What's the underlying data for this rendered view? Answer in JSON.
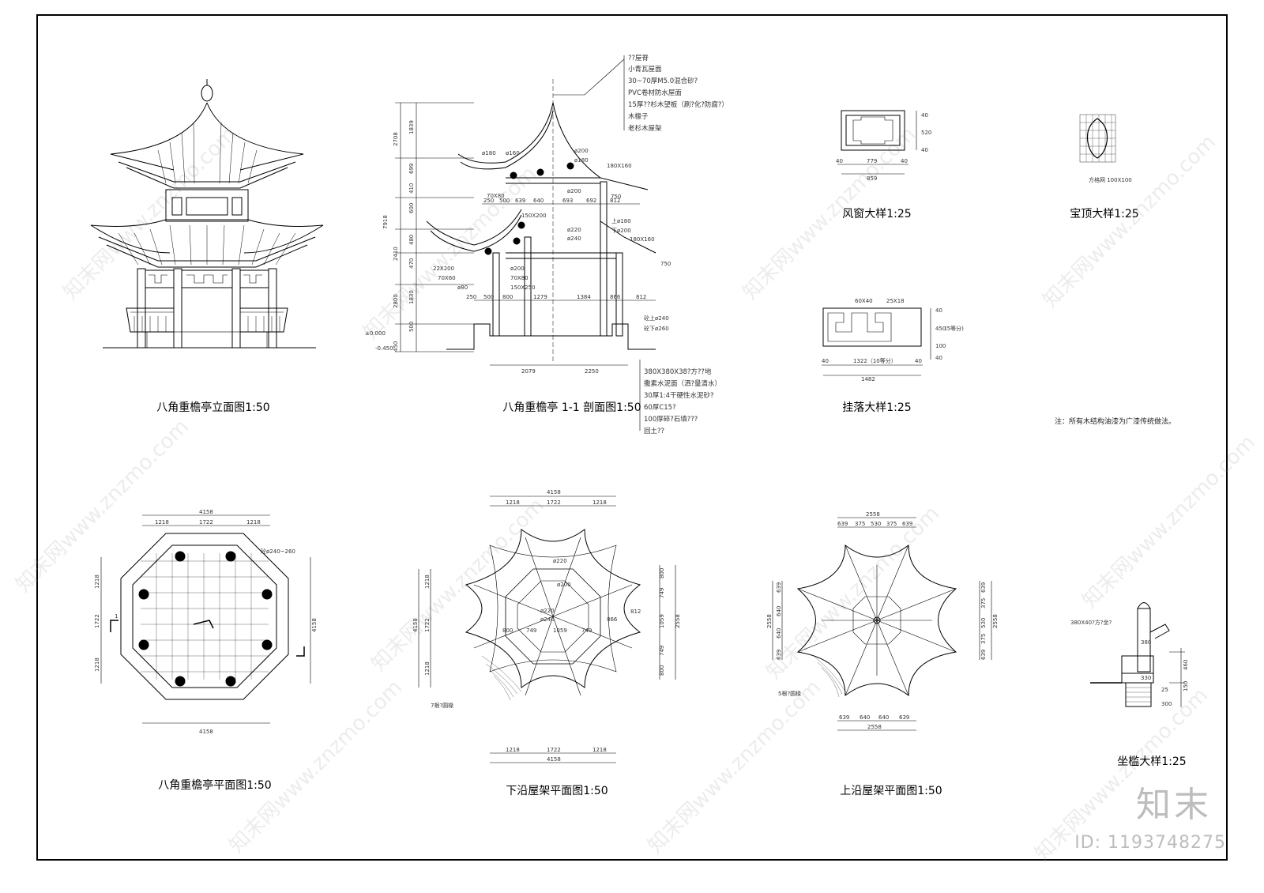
{
  "sheet": {
    "titles": {
      "elevation": "八角重檐亭立面图1:50",
      "section": "八角重檐亭 1-1 剖面图1:50",
      "wind_window": "风窗大样1:25",
      "finial": "宝顶大样1:25",
      "hanging": "挂落大样1:25",
      "plan": "八角重檐亭平面图1:50",
      "lower_roof": "下沿屋架平面图1:50",
      "upper_roof": "上沿屋架平面图1:50",
      "bench": "坐槛大样1:25"
    },
    "note": "注：所有木结构油漆为广漆传统做法。",
    "logo_text": "知末",
    "id_text": "ID: 1193748275",
    "watermark": "知末网www.znzmo.com"
  },
  "section_notes_top": [
    "??屋脊",
    "小青瓦屋面",
    "30~70厚M5.0混合砂?",
    "PVC卷材防水屋面",
    "15厚??杉木望板（刷?化?防腐?）",
    "木椽子",
    "老杉木屋架"
  ],
  "section_notes_bottom": [
    "380X380X38?方??地",
    "撒素水泥面（洒?量清水）",
    "30厚1:4干硬性水泥砂?",
    "60厚C15?",
    "100厚碎?石填???",
    "回土??"
  ],
  "section_dims": {
    "left_vertical_outer": [
      "2708",
      "2410",
      "2800",
      "450"
    ],
    "left_total": "7918",
    "left_vertical_inner": [
      "1839",
      "699",
      "410",
      "600",
      "480",
      "470",
      "1830",
      "500"
    ],
    "top_row": [
      "250",
      "500",
      "639",
      "640",
      "693",
      "692",
      "812"
    ],
    "mid_row": [
      "250",
      "500",
      "800",
      "1279",
      "1384",
      "866",
      "812"
    ],
    "bottom_row": [
      "2079",
      "2250"
    ],
    "levels": [
      "±0.000",
      "-0.450"
    ],
    "members": [
      "ø180",
      "ø160",
      "ø200",
      "ø180",
      "70X80",
      "180X160",
      "ø200",
      "150X200",
      "ø220",
      "ø240",
      "22X200",
      "70X60",
      "ø80",
      "ø200",
      "70X80",
      "150X250",
      "上ø180",
      "下ø200",
      "180X160",
      "750",
      "750",
      "砼上ø240",
      "砼下ø260"
    ]
  },
  "wind_window_dims": [
    "40",
    "779",
    "40",
    "859",
    "40",
    "520",
    "40"
  ],
  "finial_label": "方格网 100X100",
  "hanging_dims": [
    "60X40",
    "25X18",
    "40",
    "1322（10等分）",
    "40",
    "1482",
    "40",
    "450",
    "100",
    "(5等分)",
    "40"
  ],
  "plan_dims": {
    "top_total": "4158",
    "top_parts": [
      "1218",
      "1722",
      "1218"
    ],
    "bottom_total": "4158",
    "left_parts": [
      "1218",
      "1722",
      "1218"
    ],
    "right_total": "4158",
    "column_note": "砼ø240~260",
    "section_mark": "1"
  },
  "lower_roof_dims": {
    "top_total": "4158",
    "top_parts": [
      "1218",
      "1722",
      "1218"
    ],
    "bottom_parts": [
      "1218",
      "1722",
      "1218"
    ],
    "bottom_total": "4158",
    "left_total": "4158",
    "left_parts": [
      "1218",
      "1722",
      "1218"
    ],
    "right_parts": [
      "800",
      "749",
      "1059",
      "749",
      "800"
    ],
    "right_total": "2558",
    "inner": [
      "ø220",
      "ø200",
      "ø220",
      "ø240",
      "800",
      "749",
      "1059",
      "749",
      "866",
      "812"
    ],
    "rafter_note": "7根?圆椽"
  },
  "upper_roof_dims": {
    "top_total": "2558",
    "top_parts": [
      "639",
      "375",
      "530",
      "375",
      "639"
    ],
    "left_total": "2558",
    "left_parts": [
      "639",
      "640",
      "640",
      "639"
    ],
    "right_parts": [
      "639",
      "375",
      "530",
      "375",
      "639"
    ],
    "right_total": "2558",
    "bottom_parts": [
      "639",
      "640",
      "640",
      "639"
    ],
    "bottom_total": "2558",
    "rafter_note": "5根?圆椽"
  },
  "bench_dims": [
    "380X40?方?坐?",
    "380",
    "330",
    "25",
    "460",
    "150",
    "300"
  ]
}
